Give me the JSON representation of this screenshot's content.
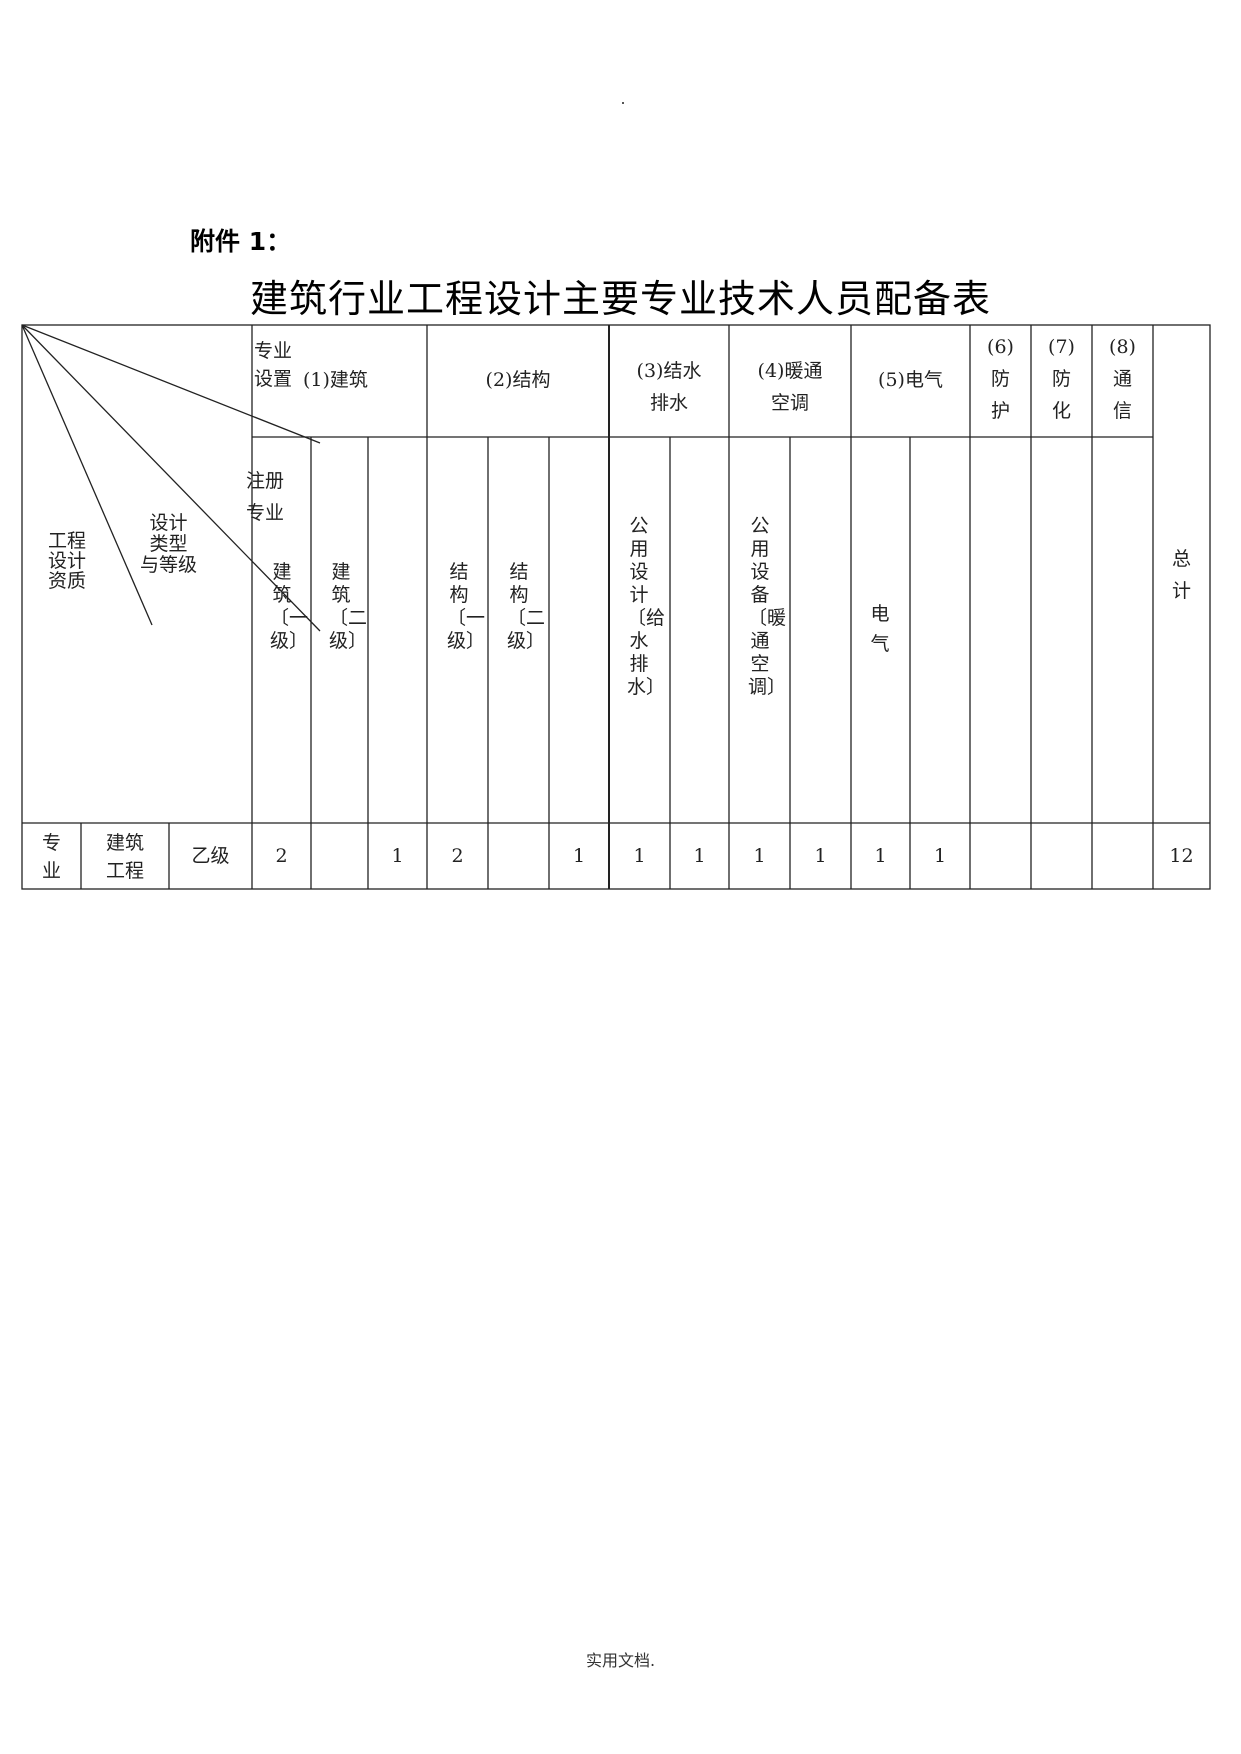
{
  "header_note": "附件 1：",
  "title": "建筑行业工程设计主要专业技术人员配备表",
  "corner": {
    "specialty_setup": "专业设置",
    "registered_specialty": "注册专业",
    "design_type_grade": [
      "设计",
      "类型",
      "与等级"
    ],
    "engineering_qualification": [
      "工程",
      "设计",
      "资质"
    ]
  },
  "groups": [
    {
      "label": "(1)建筑"
    },
    {
      "label": "(2)结构"
    },
    {
      "label": [
        "(3)结水",
        "排水"
      ]
    },
    {
      "label": [
        "(4)暖通",
        "空调"
      ]
    },
    {
      "label": "(5)电气"
    },
    {
      "label": [
        "(6)",
        "防",
        "护"
      ]
    },
    {
      "label": [
        "(7)",
        "防",
        "化"
      ]
    },
    {
      "label": [
        "(8)",
        "通",
        "信"
      ]
    }
  ],
  "total_label": [
    "总",
    "计"
  ],
  "registered": {
    "arch_1": "建筑〔一级〕",
    "arch_2": "建筑〔二级〕",
    "struct_1": "结构〔一级〕",
    "struct_2": "结构〔二级〕",
    "plumbing": "公用设计〔给水排水〕",
    "hvac": "公用设备〔暖通空调〕",
    "electric": "电气"
  },
  "row": {
    "col1": [
      "专",
      "业"
    ],
    "col2": [
      "建筑",
      "工程"
    ],
    "grade": "乙级",
    "values": [
      "2",
      "",
      "1",
      "2",
      "",
      "1",
      "1",
      "1",
      "1",
      "1",
      "1",
      "1",
      "",
      "",
      ""
    ],
    "total": "12"
  },
  "footer": "实用文档."
}
